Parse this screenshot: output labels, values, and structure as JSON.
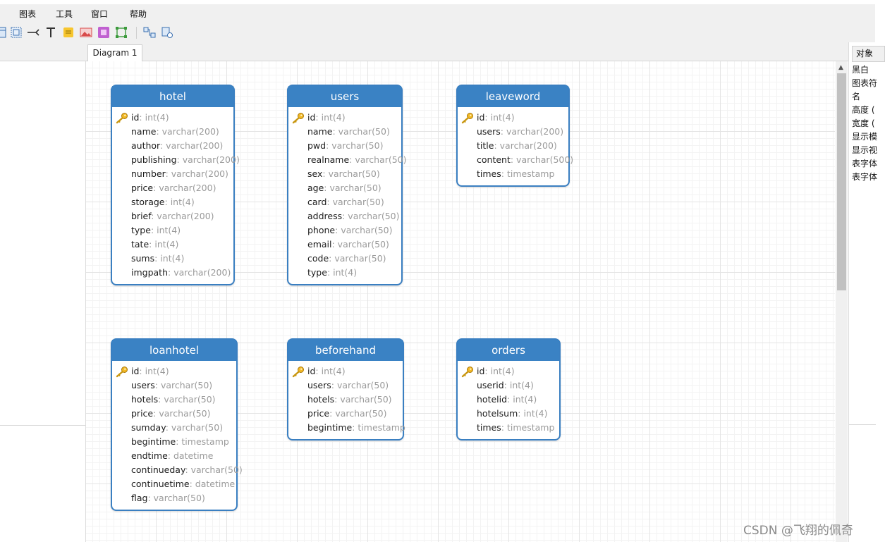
{
  "menu": [
    "图表",
    "工具",
    "窗口",
    "帮助"
  ],
  "toolbar_icons": [
    "table-icon",
    "view-icon",
    "relation-icon",
    "text-icon",
    "note-icon",
    "image-icon",
    "layer-icon",
    "shape-icon",
    "auto-layout-icon",
    "diagram-settings-icon"
  ],
  "tab": {
    "label": "Diagram 1"
  },
  "right_panel": {
    "tab_label": "对象",
    "properties": [
      "黑白",
      "图表符",
      "名",
      "高度 (",
      "宽度 (",
      "显示模",
      "显示视",
      "表字体",
      "表字体"
    ]
  },
  "colors": {
    "header": "#3a82c4",
    "border": "#3a7fc1",
    "type_text": "#9a9a9a"
  },
  "entities": [
    {
      "name": "hotel",
      "fields": [
        {
          "name": "id",
          "type": "int(4)",
          "pk": true
        },
        {
          "name": "name",
          "type": "varchar(200)"
        },
        {
          "name": "author",
          "type": "varchar(200)"
        },
        {
          "name": "publishing",
          "type": "varchar(200)"
        },
        {
          "name": "number",
          "type": "varchar(200)"
        },
        {
          "name": "price",
          "type": "varchar(200)"
        },
        {
          "name": "storage",
          "type": "int(4)"
        },
        {
          "name": "brief",
          "type": "varchar(200)"
        },
        {
          "name": "type",
          "type": "int(4)"
        },
        {
          "name": "tate",
          "type": "int(4)"
        },
        {
          "name": "sums",
          "type": "int(4)"
        },
        {
          "name": "imgpath",
          "type": "varchar(200)"
        }
      ]
    },
    {
      "name": "users",
      "fields": [
        {
          "name": "id",
          "type": "int(4)",
          "pk": true
        },
        {
          "name": "name",
          "type": "varchar(50)"
        },
        {
          "name": "pwd",
          "type": "varchar(50)"
        },
        {
          "name": "realname",
          "type": "varchar(50)"
        },
        {
          "name": "sex",
          "type": "varchar(50)"
        },
        {
          "name": "age",
          "type": "varchar(50)"
        },
        {
          "name": "card",
          "type": "varchar(50)"
        },
        {
          "name": "address",
          "type": "varchar(50)"
        },
        {
          "name": "phone",
          "type": "varchar(50)"
        },
        {
          "name": "email",
          "type": "varchar(50)"
        },
        {
          "name": "code",
          "type": "varchar(50)"
        },
        {
          "name": "type",
          "type": "int(4)"
        }
      ]
    },
    {
      "name": "leaveword",
      "fields": [
        {
          "name": "id",
          "type": "int(4)",
          "pk": true
        },
        {
          "name": "users",
          "type": "varchar(200)"
        },
        {
          "name": "title",
          "type": "varchar(200)"
        },
        {
          "name": "content",
          "type": "varchar(500)"
        },
        {
          "name": "times",
          "type": "timestamp"
        }
      ]
    },
    {
      "name": "loanhotel",
      "fields": [
        {
          "name": "id",
          "type": "int(4)",
          "pk": true
        },
        {
          "name": "users",
          "type": "varchar(50)"
        },
        {
          "name": "hotels",
          "type": "varchar(50)"
        },
        {
          "name": "price",
          "type": "varchar(50)"
        },
        {
          "name": "sumday",
          "type": "varchar(50)"
        },
        {
          "name": "begintime",
          "type": "timestamp"
        },
        {
          "name": "endtime",
          "type": "datetime"
        },
        {
          "name": "continueday",
          "type": "varchar(50)"
        },
        {
          "name": "continuetime",
          "type": "datetime"
        },
        {
          "name": "flag",
          "type": "varchar(50)"
        }
      ]
    },
    {
      "name": "beforehand",
      "fields": [
        {
          "name": "id",
          "type": "int(4)",
          "pk": true
        },
        {
          "name": "users",
          "type": "varchar(50)"
        },
        {
          "name": "hotels",
          "type": "varchar(50)"
        },
        {
          "name": "price",
          "type": "varchar(50)"
        },
        {
          "name": "begintime",
          "type": "timestamp"
        }
      ]
    },
    {
      "name": "orders",
      "fields": [
        {
          "name": "id",
          "type": "int(4)",
          "pk": true
        },
        {
          "name": "userid",
          "type": "int(4)"
        },
        {
          "name": "hotelid",
          "type": "int(4)"
        },
        {
          "name": "hotelsum",
          "type": "int(4)"
        },
        {
          "name": "times",
          "type": "timestamp"
        }
      ]
    }
  ],
  "watermark": "CSDN @飞翔的佩奇"
}
